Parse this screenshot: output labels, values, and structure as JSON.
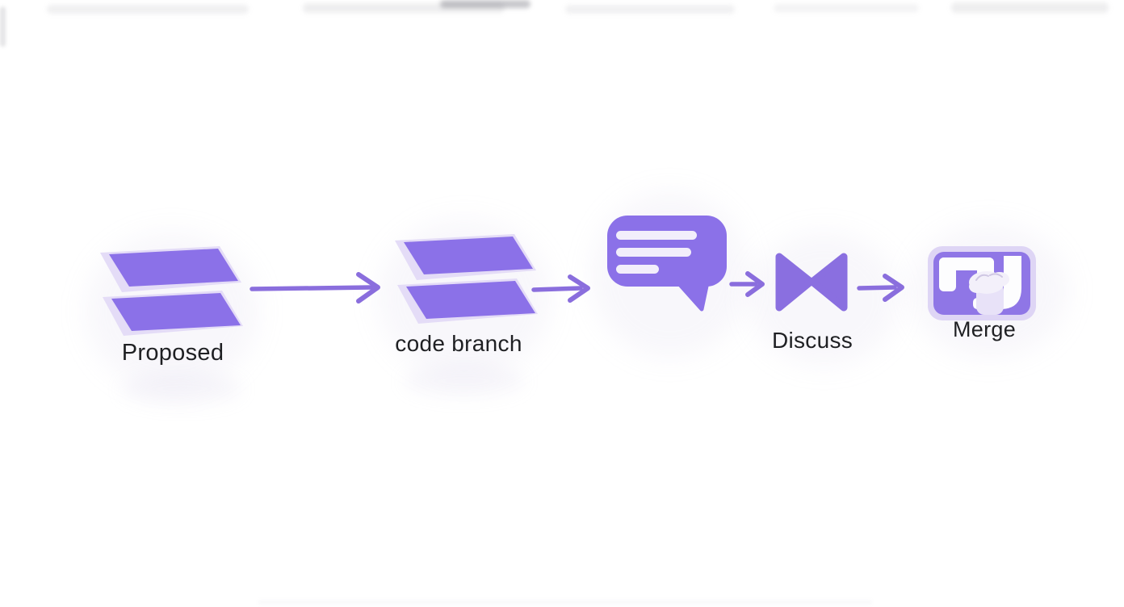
{
  "diagram": {
    "type": "flow",
    "background": "#ffffff",
    "colors": {
      "accent_purple": "#8b71e8",
      "accent_purple_dark": "#8a6edd",
      "accent_light_lavender": "#e4dcf7",
      "bubble_line": "#f2eefb",
      "label_text": "#1f2023",
      "merge_frame": "#ded5f5",
      "merge_fill": "#8f76e6",
      "merge_glyph_white": "#fdfdfe",
      "merge_stem": "#e8e2f8"
    },
    "steps": [
      {
        "id": "proposed",
        "label": "Proposed",
        "icon": "stacked-parallelogram-cards-icon"
      },
      {
        "id": "code-branch",
        "label": "code branch",
        "icon": "stacked-parallelogram-cards-icon"
      },
      {
        "id": "discussion",
        "label": "",
        "icon": "speech-bubble-icon"
      },
      {
        "id": "discuss",
        "label": "Discuss",
        "icon": "bowtie-merge-icon"
      },
      {
        "id": "merge",
        "label": "Merge",
        "icon": "merge-card-icon"
      }
    ],
    "connectors": [
      {
        "from": "proposed",
        "to": "code-branch",
        "style": "long-arrow"
      },
      {
        "from": "code-branch",
        "to": "discussion",
        "style": "medium-arrow"
      },
      {
        "from": "discussion",
        "to": "discuss",
        "style": "short-arrow"
      },
      {
        "from": "discuss",
        "to": "merge",
        "style": "medium-arrow"
      }
    ]
  }
}
